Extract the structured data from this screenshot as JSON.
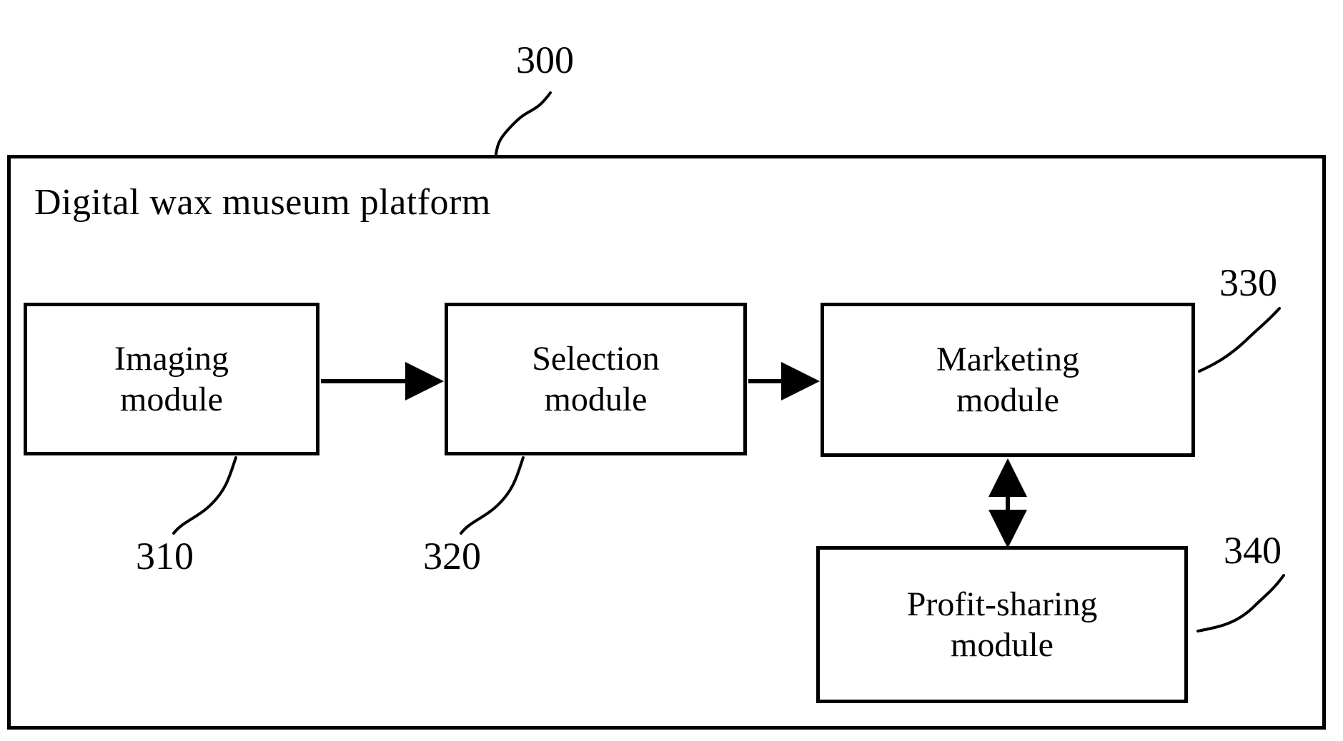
{
  "figure": {
    "type": "patent-block-diagram",
    "reference_numeral": "300",
    "container": {
      "label": "Digital wax museum platform",
      "ref": "300"
    },
    "modules": [
      {
        "id": "imaging",
        "line1": "Imaging",
        "line2": "module",
        "ref": "310"
      },
      {
        "id": "selection",
        "line1": "Selection",
        "line2": "module",
        "ref": "320"
      },
      {
        "id": "marketing",
        "line1": "Marketing",
        "line2": "module",
        "ref": "330"
      },
      {
        "id": "profit",
        "line1": "Profit-sharing",
        "line2": "module",
        "ref": "340"
      }
    ],
    "connections": [
      {
        "from": "imaging",
        "to": "selection",
        "style": "single-arrow",
        "direction": "right"
      },
      {
        "from": "selection",
        "to": "marketing",
        "style": "single-arrow",
        "direction": "right"
      },
      {
        "from": "marketing",
        "to": "profit",
        "style": "double-arrow",
        "direction": "vertical"
      }
    ],
    "colors": {
      "stroke": "#000000",
      "background": "#ffffff"
    }
  }
}
